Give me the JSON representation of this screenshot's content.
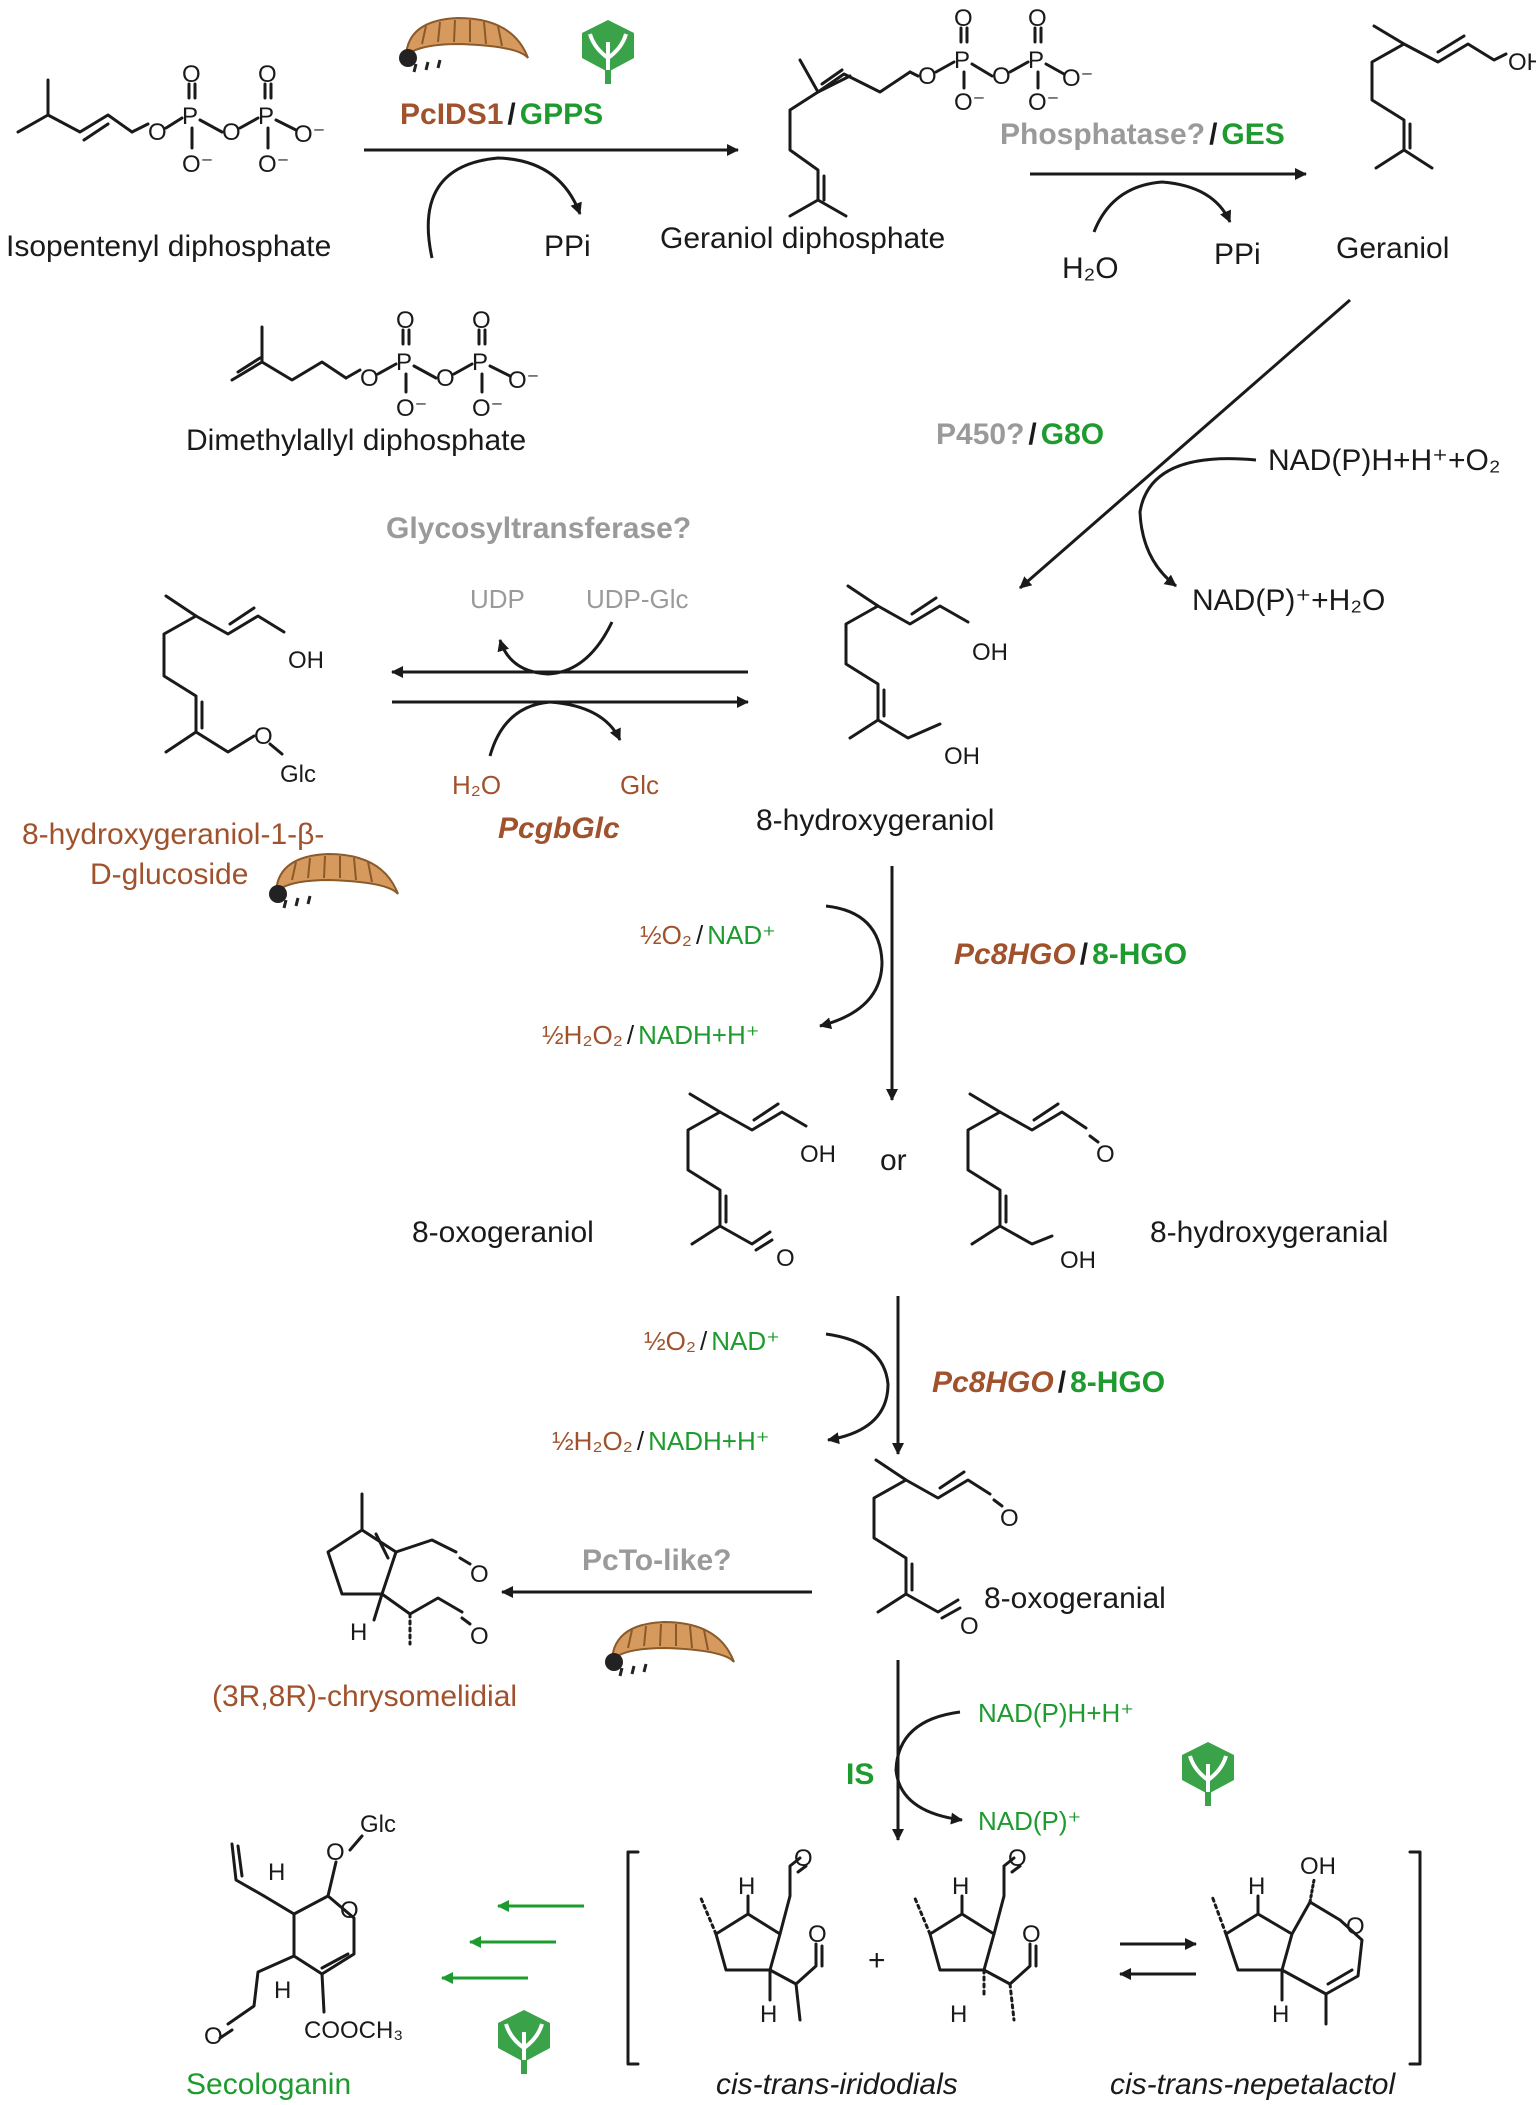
{
  "compounds": {
    "ipp": "Isopentenyl diphosphate",
    "dmapp": "Dimethylallyl diphosphate",
    "gpp": "Geraniol diphosphate",
    "geraniol": "Geraniol",
    "hydroxygeraniol": "8-hydroxygeraniol",
    "glucoside_line1": "8-hydroxygeraniol-1-β-",
    "glucoside_line2": "D-glucoside",
    "oxogeraniol": "8-oxogeraniol",
    "or": "or",
    "hydroxygeranial": "8-hydroxygeranial",
    "oxogeranial": "8-oxogeranial",
    "chrysomelidial": "(3R,8R)-chrysomelidial",
    "secologanin": "Secologanin",
    "iridodials": "cis-trans-iridodials",
    "nepetalactol": "cis-trans-nepetalactol"
  },
  "enzymes": {
    "step1_insect": "PcIDS1",
    "sep": "/",
    "step1_plant": "GPPS",
    "step2_insect": "Phosphatase?",
    "step2_plant": "GES",
    "step3_insect": "P450?",
    "step3_plant": "G8O",
    "glyco": "Glycosyltransferase?",
    "glucosidase": "PcgbGlc",
    "hgo_insect": "Pc8HGO",
    "hgo_plant": "8-HGO",
    "cyclase_insect": "PcTo-like?",
    "cyclase_plant": "IS"
  },
  "cofactors": {
    "ppi": "PPi",
    "h2o": "H₂O",
    "nadph_o2": "NAD(P)H+H⁺+O₂",
    "nadp_h2o": "NAD(P)⁺+H₂O",
    "udp": "UDP",
    "udp_glc": "UDP-Glc",
    "glc": "Glc",
    "half_o2": "½O₂",
    "nad": "NAD⁺",
    "half_h2o2": "½H₂O₂",
    "nadh": "NADH+H⁺",
    "nadph": "NAD(P)H+H⁺",
    "nadp": "NAD(P)⁺"
  },
  "atoms": {
    "O": "O",
    "P": "P",
    "OH": "OH",
    "H": "H",
    "Glc": "Glc",
    "O_minus": "O⁻",
    "COOCH3": "COOCH₃",
    "plus": "+"
  },
  "colors": {
    "insect": "#a0522d",
    "plant": "#1e9b2e",
    "unknown": "#9a9a9a"
  },
  "icons": [
    "larva-icon",
    "plant-icon"
  ]
}
